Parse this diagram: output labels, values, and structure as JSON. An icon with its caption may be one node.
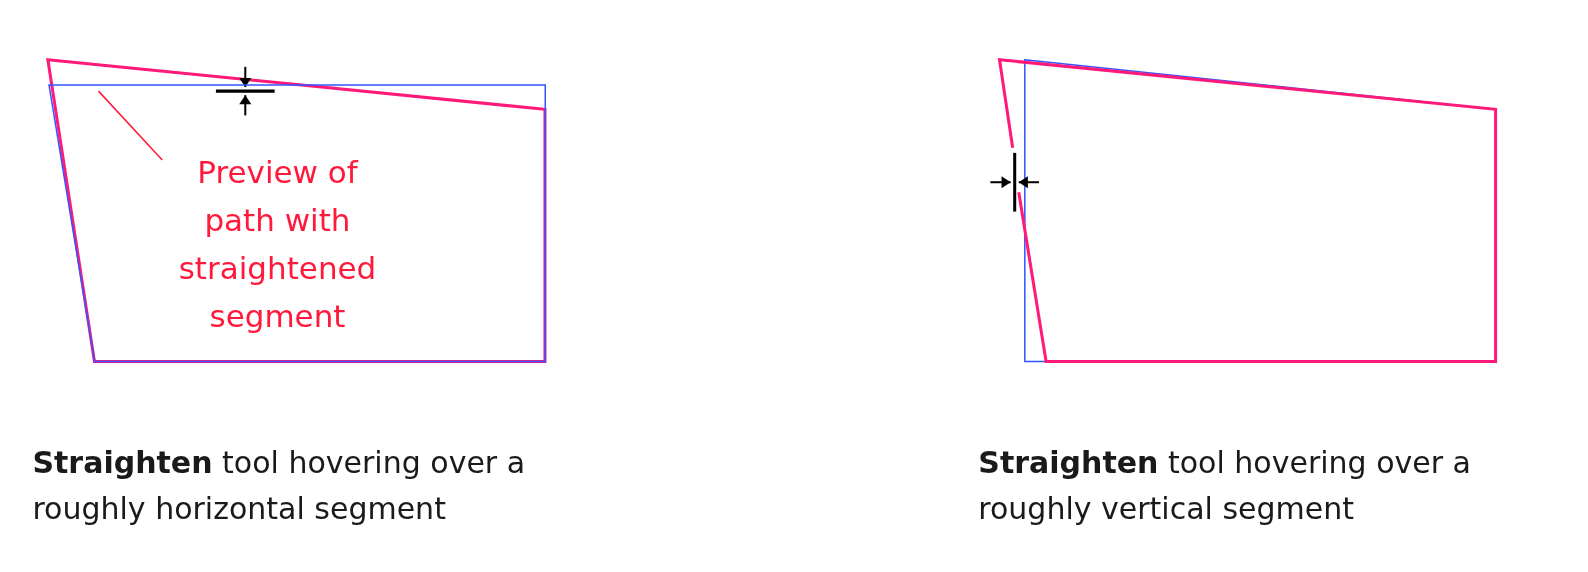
{
  "diagram": {
    "nodes": [
      {
        "text": [
          "Preview of path with straightened segment"
        ],
        "in": 1
      },
      {
        "text": [],
        "shape": "picture"
      }
    ],
    "edges": [
      {
        "from": 0,
        "to": 1,
        "arrow": "none",
        "color": "#ff1a3c"
      }
    ],
    "labels": [
      "**Straighten** tool hovering over a roughly horizontal segment",
      "**Straighten** tool hovering over a roughly vertical segment"
    ]
  }
}
